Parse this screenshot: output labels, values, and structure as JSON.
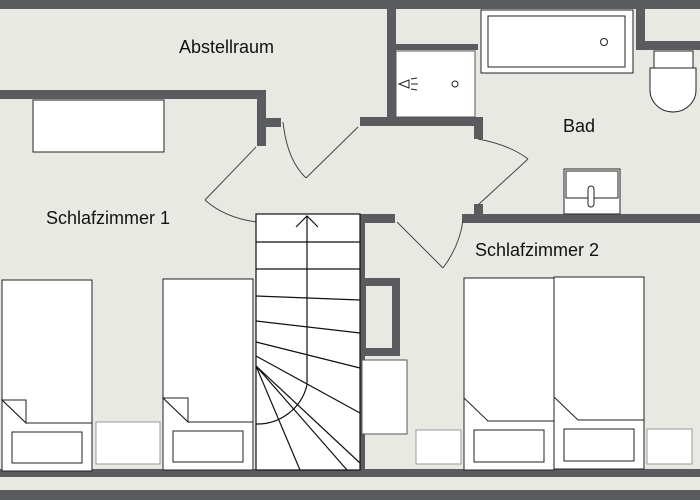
{
  "plan": {
    "title": "Floor plan",
    "colors": {
      "floor": "#e9e9e4",
      "wall": "#5a5c60",
      "furniture": "#ffffff",
      "line": "#222222"
    },
    "rooms": [
      {
        "id": "abstellraum",
        "label": "Abstellraum"
      },
      {
        "id": "bad",
        "label": "Bad"
      },
      {
        "id": "schlafzimmer-1",
        "label": "Schlafzimmer 1"
      },
      {
        "id": "schlafzimmer-2",
        "label": "Schlafzimmer 2"
      }
    ],
    "fixtures": [
      "bathtub",
      "shower",
      "toilet",
      "sink",
      "staircase",
      "single-bed",
      "single-bed",
      "single-bed",
      "single-bed",
      "nightstand",
      "nightstand",
      "nightstand",
      "desk",
      "cabinet"
    ]
  }
}
